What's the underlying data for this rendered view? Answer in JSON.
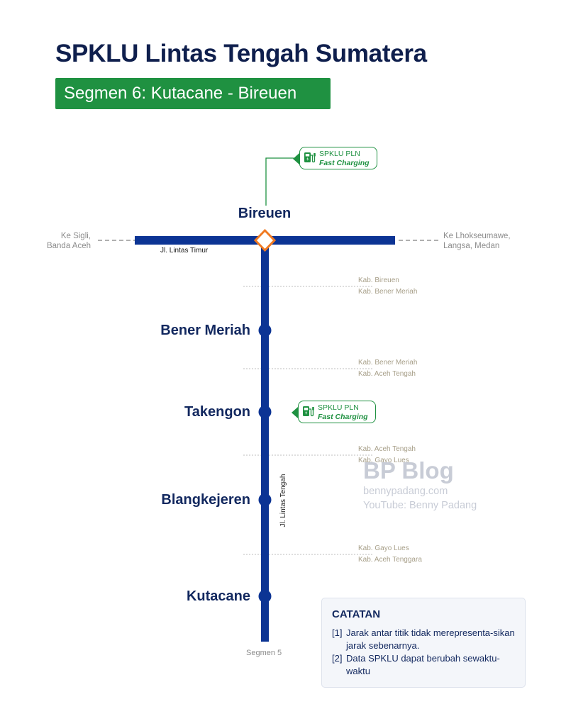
{
  "header": {
    "title": "SPKLU Lintas Tengah Sumatera",
    "subtitle": "Segmen 6: Kutacane - Bireuen"
  },
  "junction": {
    "name": "Bireuen",
    "west_destination": [
      "Ke Sigli,",
      "Banda Aceh"
    ],
    "east_destination": [
      "Ke Lhokseumawe,",
      "Langsa, Medan"
    ],
    "east_west_road": "Jl. Lintas Timur"
  },
  "main_road": "Jl. Lintas Tengah",
  "stations": [
    {
      "name": "Bener Meriah"
    },
    {
      "name": "Takengon"
    },
    {
      "name": "Blangkejeren"
    },
    {
      "name": "Kutacane"
    }
  ],
  "boundaries": [
    {
      "upper": "Kab. Bireuen",
      "lower": "Kab. Bener Meriah"
    },
    {
      "upper": "Kab. Bener Meriah",
      "lower": "Kab. Aceh Tengah"
    },
    {
      "upper": "Kab. Aceh Tengah",
      "lower": "Kab. Gayo Lues"
    },
    {
      "upper": "Kab. Gayo Lues",
      "lower": "Kab. Aceh Tenggara"
    }
  ],
  "chargers": [
    {
      "at": "Bireuen",
      "line1": "SPKLU PLN",
      "line2": "Fast Charging"
    },
    {
      "at": "Takengon",
      "line1": "SPKLU PLN",
      "line2": "Fast Charging"
    }
  ],
  "continuation": "Segmen 5",
  "watermark": {
    "name": "BP Blog",
    "site": "bennypadang.com",
    "youtube": "YouTube: Benny Padang"
  },
  "notes": {
    "title": "CATATAN",
    "items": [
      {
        "num": "[1]",
        "text": "Jarak antar titik tidak merepresenta-sikan jarak sebenarnya."
      },
      {
        "num": "[2]",
        "text": "Data SPKLU dapat berubah sewaktu-waktu"
      }
    ]
  },
  "colors": {
    "road": "#0c3494",
    "accent_green": "#1f9141",
    "title_navy": "#0f1f4d",
    "junction_marker": "#f07a22",
    "boundary": "#bdbdbd"
  },
  "icons": {
    "charger": "ev-charger-icon",
    "junction": "diamond-junction-icon",
    "station": "circle-station-icon"
  }
}
